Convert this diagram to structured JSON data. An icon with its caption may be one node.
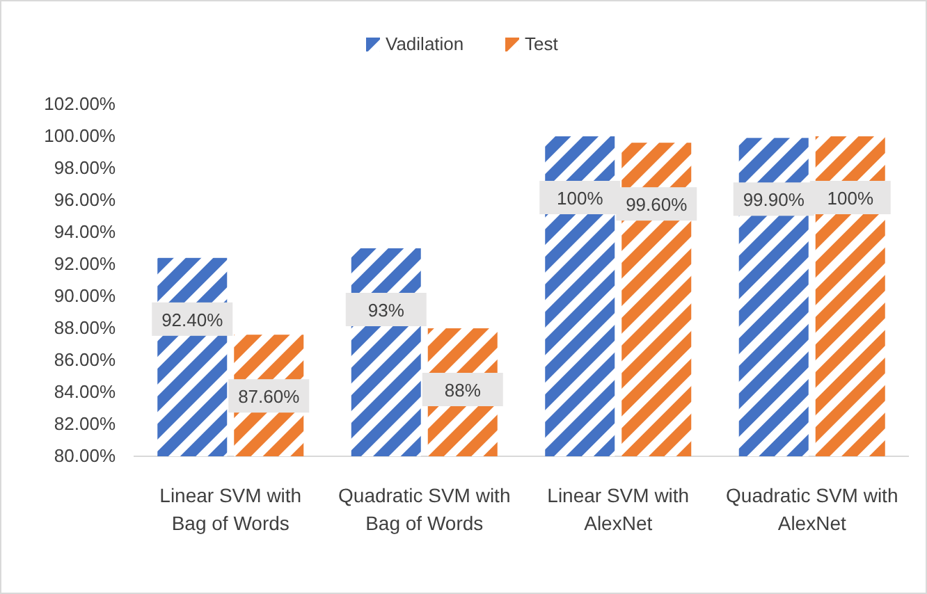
{
  "diagram": {
    "chart_data": {
      "type": "bar",
      "orientation": "vertical",
      "categories": [
        "Linear SVM with Bag of Words",
        "Quadratic SVM with Bag of Words",
        "Linear SVM with AlexNet",
        "Quadratic SVM with AlexNet"
      ],
      "series": [
        {
          "name": "Vadilation",
          "color": "#4472c4",
          "values": [
            92.4,
            93,
            100,
            99.9
          ]
        },
        {
          "name": "Test",
          "color": "#ed7d31",
          "values": [
            87.6,
            88,
            99.6,
            100
          ]
        }
      ],
      "ylim": [
        80,
        102
      ],
      "yticks": [
        {
          "value": 80,
          "label": "80.00%"
        },
        {
          "value": 82,
          "label": "82.00%"
        },
        {
          "value": 84,
          "label": "84.00%"
        },
        {
          "value": 86,
          "label": "86.00%"
        },
        {
          "value": 88,
          "label": "88.00%"
        },
        {
          "value": 90,
          "label": "90.00%"
        },
        {
          "value": 92,
          "label": "92.00%"
        },
        {
          "value": 94,
          "label": "94.00%"
        },
        {
          "value": 96,
          "label": "96.00%"
        },
        {
          "value": 98,
          "label": "98.00%"
        },
        {
          "value": 100,
          "label": "100.00%"
        },
        {
          "value": 102,
          "label": "102.00%"
        }
      ],
      "legend": "top",
      "value_labels": [
        [
          "92.40%",
          "93%",
          "100%",
          "99.90%"
        ],
        [
          "87.60%",
          "88%",
          "99.60%",
          "100%"
        ]
      ]
    }
  }
}
